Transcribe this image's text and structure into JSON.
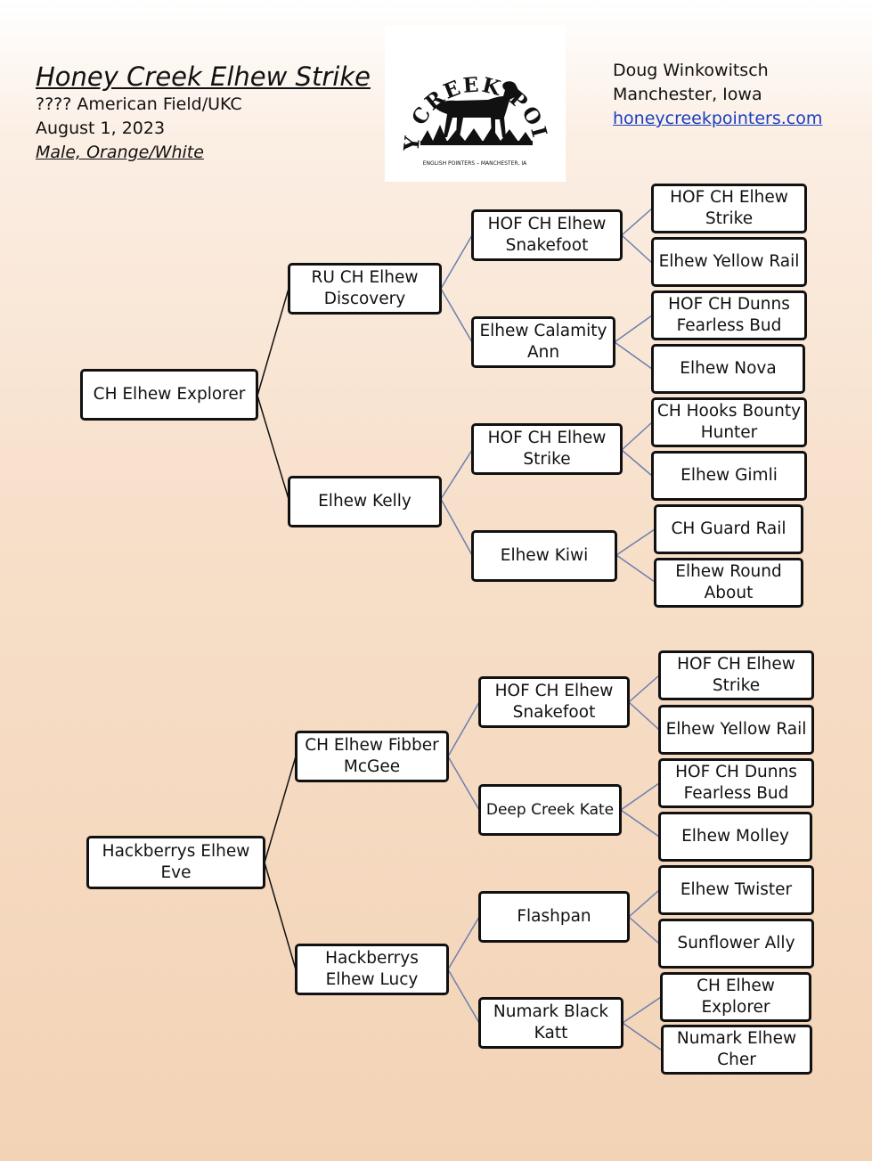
{
  "header": {
    "title": "Honey Creek Elhew Strike",
    "registration": "???? American Field/UKC",
    "date": "August 1, 2023",
    "sex_color": "Male, Orange/White"
  },
  "contact": {
    "name": "Doug Winkowitsch",
    "location": "Manchester, Iowa",
    "website": "honeycreekpointers.com"
  },
  "logo": {
    "text": "HONEY CREEK POINTERS",
    "subtext": "ENGLISH POINTERS – MANCHESTER, IA"
  },
  "pedigree": {
    "sire": "CH Elhew Explorer",
    "sire_sire": "RU CH Elhew Discovery",
    "sire_dam": "Elhew Kelly",
    "sire_sire_sire": "HOF CH Elhew Snakefoot",
    "sire_sire_dam": "Elhew Calamity Ann",
    "sire_dam_sire": "HOF CH Elhew Strike",
    "sire_dam_dam": "Elhew Kiwi",
    "g4_1": "HOF CH Elhew Strike",
    "g4_2": "Elhew Yellow Rail",
    "g4_3": "HOF CH Dunns Fearless Bud",
    "g4_4": "Elhew Nova",
    "g4_5": "CH Hooks Bounty Hunter",
    "g4_6": "Elhew Gimli",
    "g4_7": "CH Guard Rail",
    "g4_8": "Elhew Round About",
    "dam": "Hackberrys Elhew Eve",
    "dam_sire": "CH Elhew Fibber McGee",
    "dam_dam": "Hackberrys  Elhew Lucy",
    "dam_sire_sire": "HOF CH Elhew Snakefoot",
    "dam_sire_dam": "Deep Creek Kate",
    "dam_dam_sire": "Flashpan",
    "dam_dam_dam": "Numark Black Katt",
    "g4_9": "HOF CH Elhew Strike",
    "g4_10": "Elhew Yellow Rail",
    "g4_11": "HOF CH Dunns Fearless Bud",
    "g4_12": "Elhew Molley",
    "g4_13": "Elhew Twister",
    "g4_14": "Sunflower Ally",
    "g4_15": "CH Elhew Explorer",
    "g4_16": "Numark Elhew Cher"
  },
  "colors": {
    "line_black": "#111111",
    "line_blue": "#6a7fae",
    "link": "#1a3fbf"
  }
}
